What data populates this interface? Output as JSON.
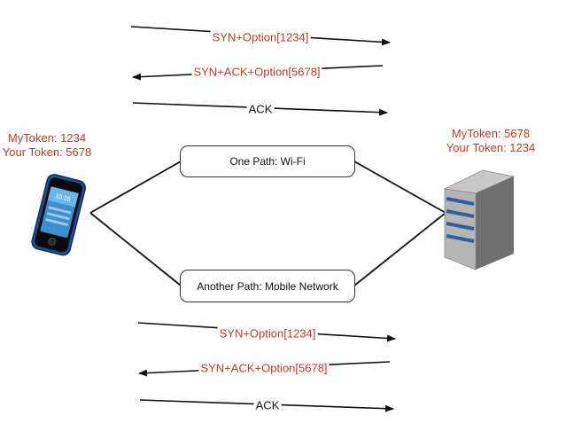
{
  "top_handshake": {
    "syn": "SYN+Option[1234]",
    "syn_ack": "SYN+ACK+Option[5678]",
    "ack": "ACK"
  },
  "bottom_handshake": {
    "syn": "SYN+Option[1234]",
    "syn_ack": "SYN+ACK+Option[5678]",
    "ack": "ACK"
  },
  "client": {
    "my_token": "MyToken: 1234",
    "your_token": "Your Token: 5678",
    "icon": "smartphone-icon",
    "screen_time": "10:15"
  },
  "server": {
    "my_token": "MyToken: 5678",
    "your_token": "Your Token: 1234",
    "icon": "server-tower-icon"
  },
  "paths": {
    "wifi": "One Path: Wi-Fi",
    "mobile": "Another Path: Mobile Network"
  },
  "colors": {
    "message_text": "#c0392b",
    "token_text": "#c0392b",
    "server_accent": "#2f5f9e",
    "phone_frame": "#1c4f9c"
  }
}
